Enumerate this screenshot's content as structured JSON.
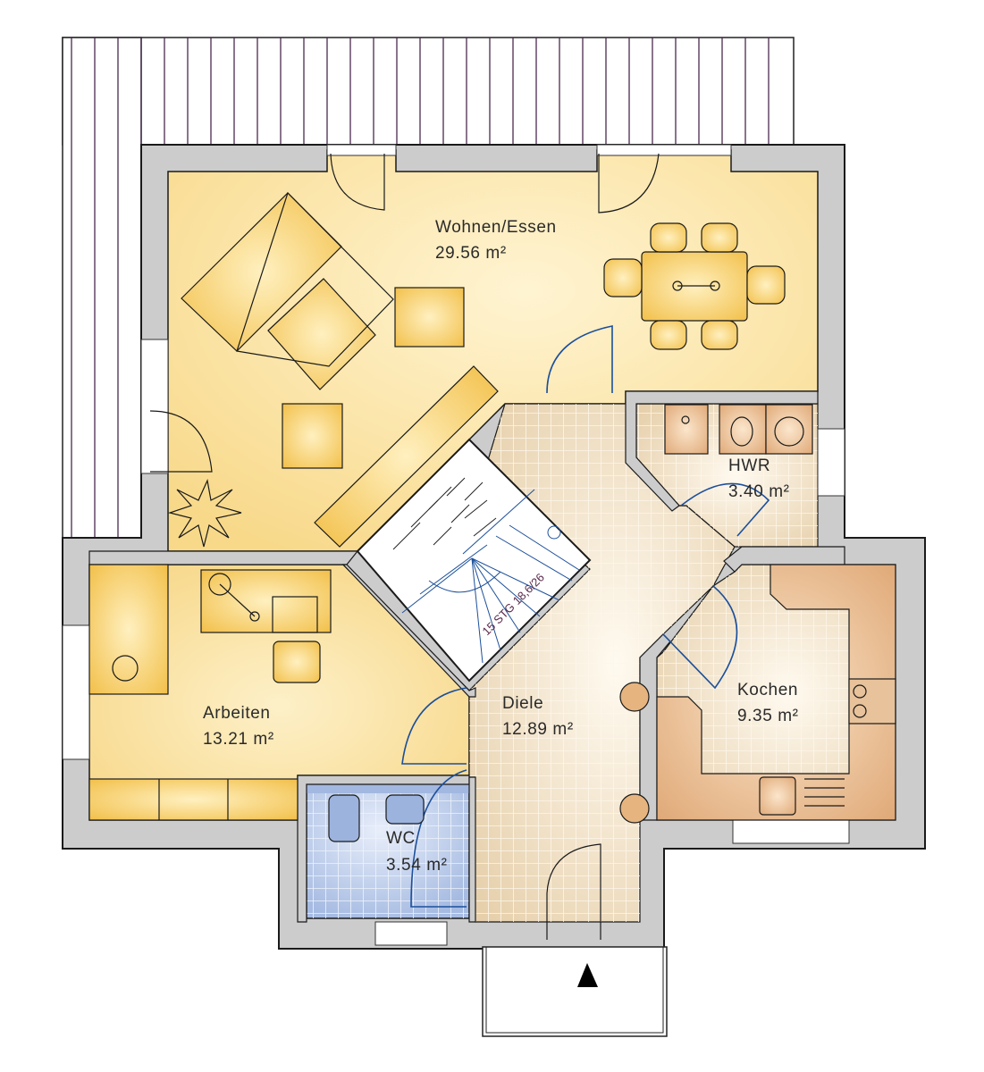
{
  "plan": {
    "type": "floor-plan",
    "view": "ground floor",
    "colors": {
      "wall": "#cccccc",
      "wall_outline": "#1a1a1a",
      "living_floor": "#f9dc8e",
      "living_floor_light": "#fdf0c8",
      "hall_tile": "#ecd9b8",
      "hall_grid": "#fbf3e4",
      "kitchen_cabinet": "#e6b47f",
      "wc_tile": "#b4c6e6",
      "wc_grid": "#e3ebf8",
      "stair": "#ffffff",
      "door_swing": "#1c4f9a",
      "roof_stripes": "#4a2a4f",
      "furniture": "#f4c75a"
    },
    "rooms": [
      {
        "id": "wohnen",
        "name": "Wohnen/Essen",
        "area": "29.56 m²"
      },
      {
        "id": "hwr",
        "name": "HWR",
        "area": "3.40 m²"
      },
      {
        "id": "kochen",
        "name": "Kochen",
        "area": "9.35 m²"
      },
      {
        "id": "diele",
        "name": "Diele",
        "area": "12.89 m²"
      },
      {
        "id": "arbeiten",
        "name": "Arbeiten",
        "area": "13.21 m²"
      },
      {
        "id": "wc",
        "name": "WC",
        "area": "3.54 m²"
      }
    ],
    "stair": {
      "label": "15 STG 18,6/26"
    },
    "entrance": {
      "symbol": "entrance-arrow"
    },
    "furniture": [
      "sofa",
      "coffee-table",
      "armchair-right",
      "armchair-bottom",
      "sideboard",
      "plant",
      "dining-table",
      "dining-chairs",
      "bed",
      "desk",
      "desk-chair",
      "wardrobe",
      "toilet",
      "washbasin",
      "kitchen-counter",
      "sink",
      "stove",
      "washing-machine",
      "dryer",
      "utility-sink",
      "bar-stools"
    ]
  }
}
